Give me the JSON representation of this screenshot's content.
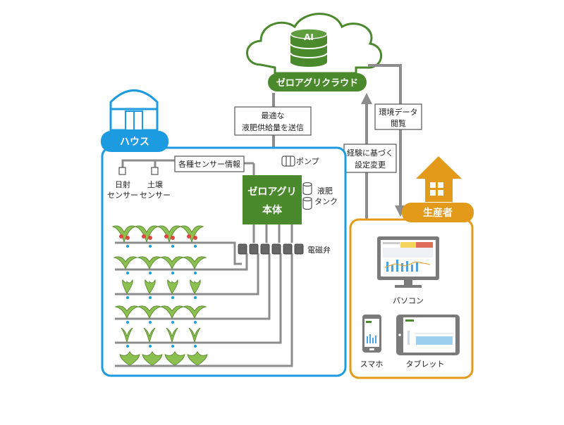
{
  "cloud": {
    "label": "ゼロアグリクラウド",
    "badge": "AI"
  },
  "arrows": {
    "down_line1": "最適な",
    "down_line2": "液肥供給量を送信",
    "up_line1": "経験に基づく",
    "up_line2": "設定変更",
    "view_line1": "環境データ",
    "view_line2": "閲覧"
  },
  "house": {
    "label": "ハウス",
    "sensor_info": "各種センサー情報",
    "sensors": [
      {
        "line1": "日射",
        "line2": "センサー"
      },
      {
        "line1": "土壌",
        "line2": "センサー"
      }
    ],
    "unit_line1": "ゼロアグリ",
    "unit_line2": "本体",
    "pump": "ポンプ",
    "tank_line1": "液肥",
    "tank_line2": "タンク",
    "valve": "電磁弁"
  },
  "producer": {
    "label": "生産者",
    "devices": {
      "pc": "パソコン",
      "phone": "スマホ",
      "tablet": "タブレット"
    }
  },
  "colors": {
    "green": "#4a8a2c",
    "blue": "#1d9be0",
    "orange": "#e39a1a",
    "arrow": "#8c8c8c"
  }
}
